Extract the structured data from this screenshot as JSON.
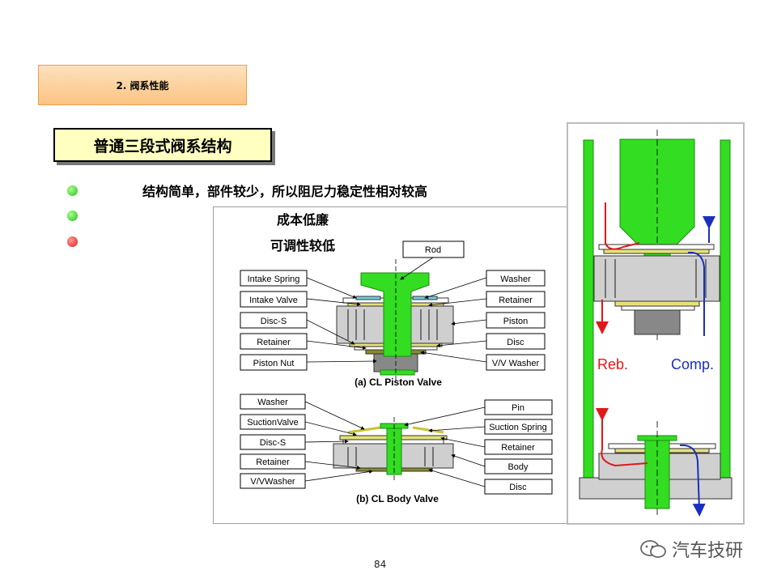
{
  "section_label": "2. 阀系性能",
  "title": "普通三段式阀系结构",
  "bullets": [
    {
      "text": "结构简单，部件较少，所以阻尼力稳定性相对较高",
      "color": "green"
    },
    {
      "text": "成本低廉",
      "color": "green"
    },
    {
      "text": "可调性较低",
      "color": "red"
    }
  ],
  "piston_valve": {
    "caption": "(a) CL Piston Valve",
    "top_label": "Rod",
    "left_labels": [
      "Intake Spring",
      "Intake Valve",
      "Disc-S",
      "Retainer",
      "Piston Nut"
    ],
    "right_labels": [
      "Washer",
      "Retainer",
      "Piston",
      "Disc",
      "V/V Washer"
    ]
  },
  "body_valve": {
    "caption": "(b) CL Body Valve",
    "left_labels": [
      "Washer",
      "SuctionValve",
      "Disc-S",
      "Retainer",
      "V/VWasher"
    ],
    "right_labels": [
      "Pin",
      "Suction Spring",
      "Retainer",
      "Body",
      "Disc"
    ]
  },
  "flow_labels": {
    "rebound": "Reb.",
    "compression": "Comp."
  },
  "colors": {
    "rebound": "#e01818",
    "compression": "#1a2fc0",
    "component": "#33dd22"
  },
  "page_number": "84",
  "watermark": "汽车技研"
}
